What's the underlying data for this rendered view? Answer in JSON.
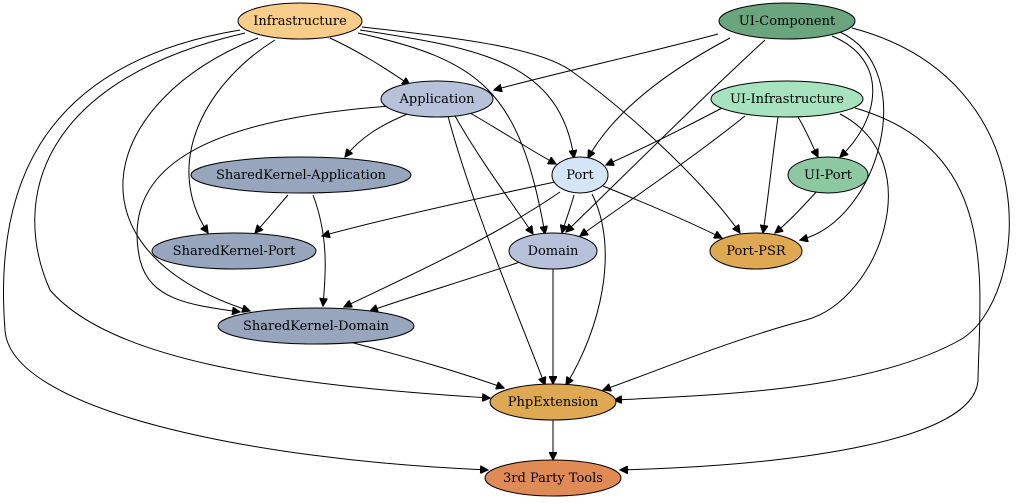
{
  "diagram": {
    "nodes": [
      {
        "id": "infrastructure",
        "label": "Infrastructure",
        "color": "#f8cd8a"
      },
      {
        "id": "ui_component",
        "label": "UI-Component",
        "color": "#6aa57e"
      },
      {
        "id": "application",
        "label": "Application",
        "color": "#b7c2da"
      },
      {
        "id": "ui_infrastructure",
        "label": "UI-Infrastructure",
        "color": "#a8e3c0"
      },
      {
        "id": "sharedkernel_application",
        "label": "SharedKernel-Application",
        "color": "#98a6bd"
      },
      {
        "id": "port",
        "label": "Port",
        "color": "#d4e5f8"
      },
      {
        "id": "ui_port",
        "label": "UI-Port",
        "color": "#8cc8a0"
      },
      {
        "id": "sharedkernel_port",
        "label": "SharedKernel-Port",
        "color": "#98a6bd"
      },
      {
        "id": "domain",
        "label": "Domain",
        "color": "#b7c2da"
      },
      {
        "id": "port_psr",
        "label": "Port-PSR",
        "color": "#dfa853"
      },
      {
        "id": "sharedkernel_domain",
        "label": "SharedKernel-Domain",
        "color": "#98a6bd"
      },
      {
        "id": "phpextension",
        "label": "PhpExtension",
        "color": "#dfa853"
      },
      {
        "id": "third_party_tools",
        "label": "3rd Party Tools",
        "color": "#e08a55"
      }
    ],
    "edges": [
      {
        "from": "infrastructure",
        "to": "application"
      },
      {
        "from": "infrastructure",
        "to": "port"
      },
      {
        "from": "infrastructure",
        "to": "domain"
      },
      {
        "from": "infrastructure",
        "to": "port_psr"
      },
      {
        "from": "infrastructure",
        "to": "sharedkernel_port"
      },
      {
        "from": "infrastructure",
        "to": "sharedkernel_domain"
      },
      {
        "from": "infrastructure",
        "to": "phpextension"
      },
      {
        "from": "infrastructure",
        "to": "third_party_tools"
      },
      {
        "from": "ui_component",
        "to": "application"
      },
      {
        "from": "ui_component",
        "to": "port"
      },
      {
        "from": "ui_component",
        "to": "domain"
      },
      {
        "from": "ui_component",
        "to": "ui_port"
      },
      {
        "from": "ui_component",
        "to": "port_psr"
      },
      {
        "from": "ui_component",
        "to": "phpextension"
      },
      {
        "from": "application",
        "to": "sharedkernel_application"
      },
      {
        "from": "application",
        "to": "port"
      },
      {
        "from": "application",
        "to": "domain"
      },
      {
        "from": "application",
        "to": "sharedkernel_domain"
      },
      {
        "from": "application",
        "to": "phpextension"
      },
      {
        "from": "ui_infrastructure",
        "to": "port"
      },
      {
        "from": "ui_infrastructure",
        "to": "ui_port"
      },
      {
        "from": "ui_infrastructure",
        "to": "port_psr"
      },
      {
        "from": "ui_infrastructure",
        "to": "domain"
      },
      {
        "from": "ui_infrastructure",
        "to": "phpextension"
      },
      {
        "from": "ui_infrastructure",
        "to": "third_party_tools"
      },
      {
        "from": "sharedkernel_application",
        "to": "sharedkernel_port"
      },
      {
        "from": "sharedkernel_application",
        "to": "sharedkernel_domain"
      },
      {
        "from": "port",
        "to": "domain"
      },
      {
        "from": "port",
        "to": "sharedkernel_port"
      },
      {
        "from": "port",
        "to": "sharedkernel_domain"
      },
      {
        "from": "port",
        "to": "port_psr"
      },
      {
        "from": "port",
        "to": "phpextension"
      },
      {
        "from": "ui_port",
        "to": "port_psr"
      },
      {
        "from": "domain",
        "to": "sharedkernel_domain"
      },
      {
        "from": "domain",
        "to": "phpextension"
      },
      {
        "from": "sharedkernel_domain",
        "to": "phpextension"
      },
      {
        "from": "phpextension",
        "to": "third_party_tools"
      }
    ]
  }
}
